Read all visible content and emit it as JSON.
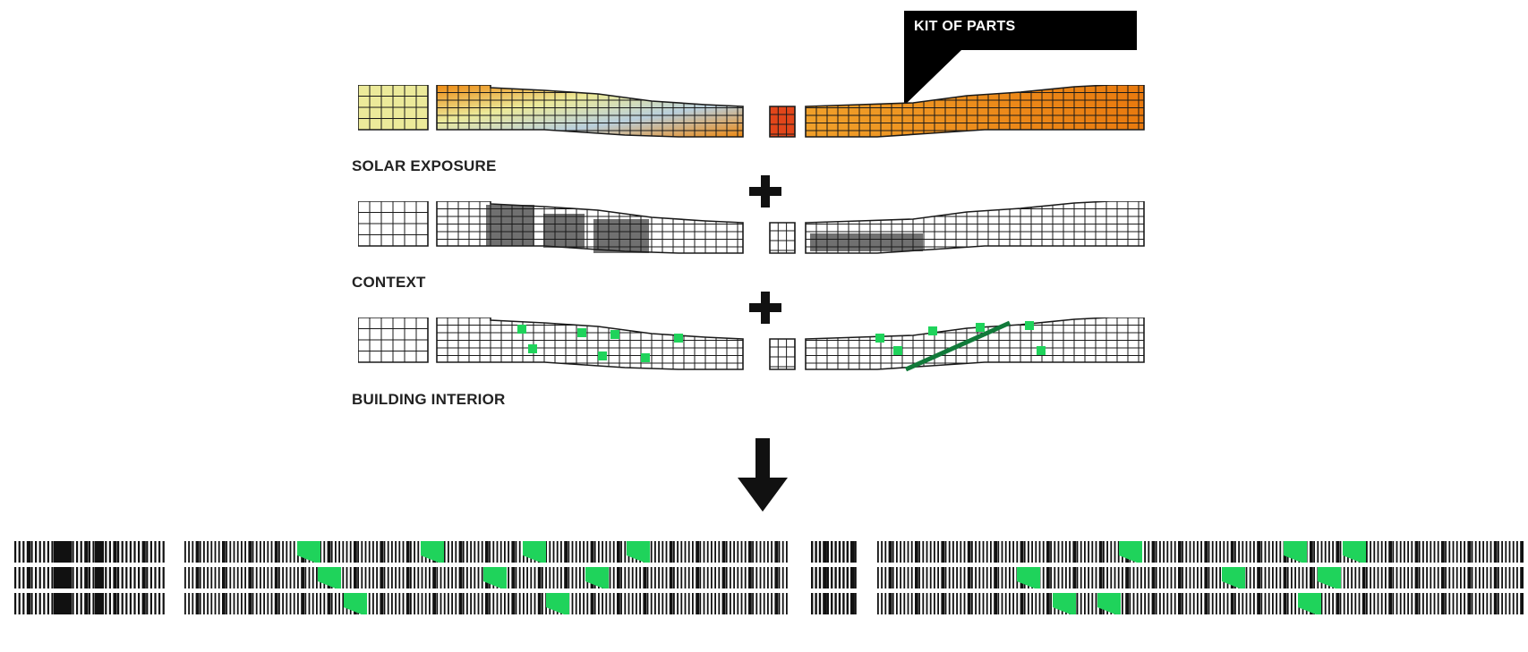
{
  "diagram": {
    "callout_label": "KIT OF PARTS",
    "layers": [
      {
        "id": "solar",
        "label": "SOLAR EXPOSURE"
      },
      {
        "id": "context",
        "label": "CONTEXT"
      },
      {
        "id": "interior",
        "label": "BUILDING INTERIOR"
      }
    ],
    "operators": [
      "+",
      "+"
    ],
    "result_arrow": "down-arrow-icon",
    "colors": {
      "ink": "#111111",
      "grid_line": "#1a1a1a",
      "solar_yellow": "#ecea9a",
      "solar_orange": "#ee8a12",
      "solar_blue": "#b9cfdc",
      "solar_hot": "#e2461a",
      "context_fill": "#707070",
      "interior_green": "#1fd35b"
    }
  }
}
